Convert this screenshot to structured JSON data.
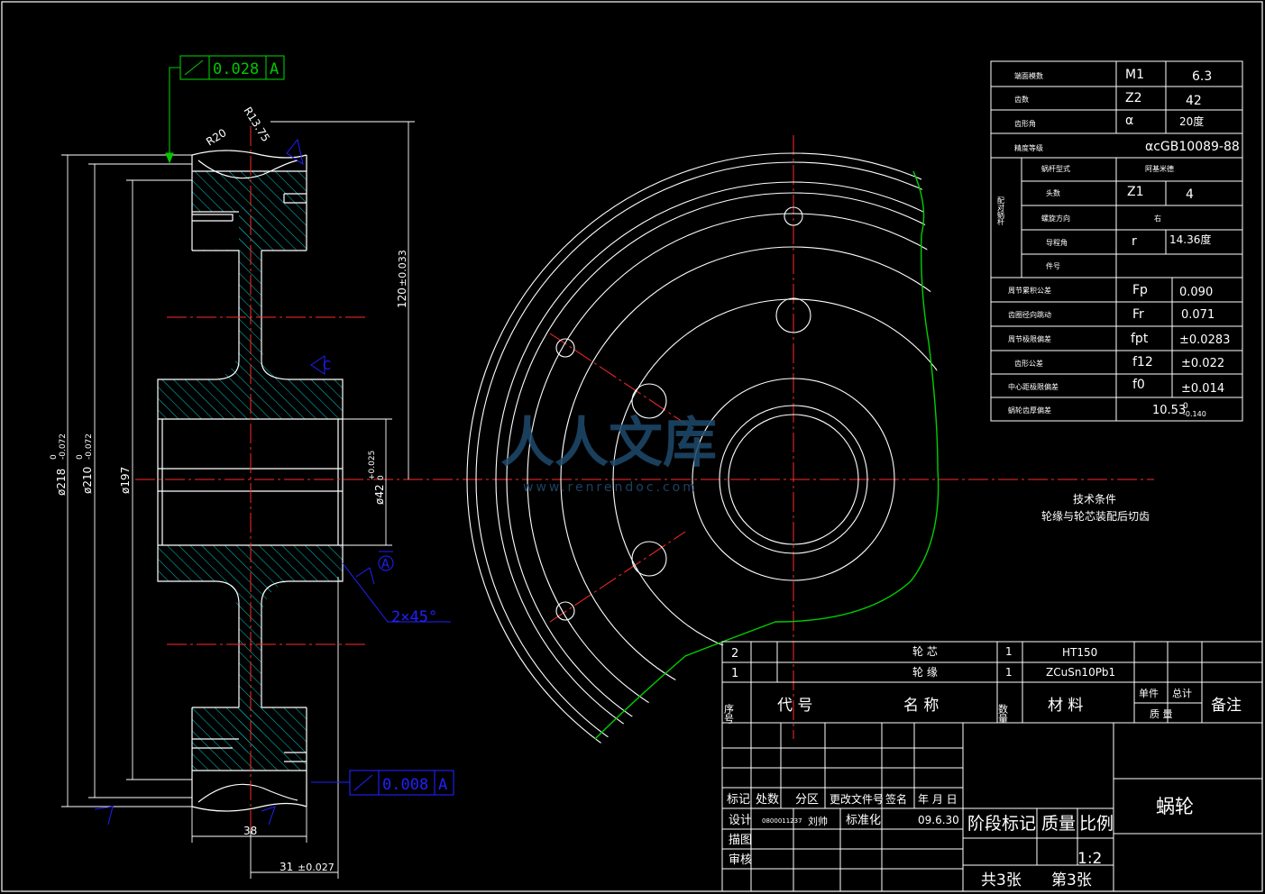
{
  "colors": {
    "background": "#000000",
    "outline": "#ffffff",
    "centerline": "#ff2a2a",
    "hatch": "#00c8c8",
    "tolerance": "#00c800",
    "annotation": "#2020ff",
    "feature_curve": "#00d000"
  },
  "section_view": {
    "runout_top": {
      "value": "0.028",
      "datum": "A"
    },
    "runout_bottom": {
      "value": "0.008",
      "datum": "A"
    },
    "radius_1": "R20",
    "radius_2": "R13.75",
    "dim_120": "120",
    "dim_120_tol": "±0.033",
    "dia_218": "ø218",
    "dia_218_tol_upper": "0",
    "dia_218_tol_lower": "-0.072",
    "dia_210": "ø210",
    "dia_210_tol_upper": "0",
    "dia_210_tol_lower": "-0.072",
    "dia_197": "ø197",
    "dia_42": "ø42",
    "dia_42_tol_upper": "+0.025",
    "dia_42_tol_lower": "0",
    "chamfer": "2×45°",
    "datum_a": "A",
    "datum_c": "C",
    "dim_38": "38",
    "dim_31": "31",
    "dim_31_tol": "±0.027"
  },
  "params_table": {
    "rows": [
      {
        "label": "端面模数",
        "symbol": "M1",
        "value": "6.3"
      },
      {
        "label": "齿数",
        "symbol": "Z2",
        "value": "42"
      },
      {
        "label": "齿形角",
        "symbol": "α",
        "value": "20度"
      },
      {
        "label": "精度等级",
        "symbol": "",
        "value": "αcGB10089-88"
      }
    ],
    "group_label": "配对蜗杆",
    "group_rows": [
      {
        "label": "蜗杆型式",
        "symbol": "",
        "value": "阿基米德"
      },
      {
        "label": "头数",
        "symbol": "Z1",
        "value": "4"
      },
      {
        "label": "螺旋方向",
        "symbol": "",
        "value": "右"
      },
      {
        "label": "导程角",
        "symbol": "r",
        "value": "14.36度"
      },
      {
        "label": "件号",
        "symbol": "",
        "value": ""
      }
    ],
    "tol_rows": [
      {
        "label": "周节累积公差",
        "symbol": "Fp",
        "value": "0.090"
      },
      {
        "label": "齿圈径向跳动",
        "symbol": "Fr",
        "value": "0.071"
      },
      {
        "label": "周节极限偏差",
        "symbol": "fpt",
        "value": "±0.0283"
      },
      {
        "label": "齿形公差",
        "symbol": "f12",
        "value": "±0.022"
      },
      {
        "label": "中心距极限偏差",
        "symbol": "f0",
        "value": "±0.014"
      }
    ],
    "last_row": {
      "label": "蜗轮齿厚偏差",
      "value": "10.53",
      "tol_upper": "0",
      "tol_lower": "-0.140"
    }
  },
  "tech_requirements": {
    "title": "技术条件",
    "line1": "轮缘与轮芯装配后切齿"
  },
  "watermark": {
    "name": "人人文库",
    "url": "www.renrendoc.com"
  },
  "bom": {
    "rows": [
      {
        "no": "2",
        "name": "轮 芯",
        "qty": "1",
        "material": "HT150"
      },
      {
        "no": "1",
        "name": "轮 缘",
        "qty": "1",
        "material": "ZCuSn10Pb1"
      }
    ],
    "header": {
      "no": "序号",
      "code": "代 号",
      "name": "名 称",
      "qty": "数量",
      "material": "材 料",
      "unit": "单件",
      "total": "总计",
      "mass": "质 量",
      "remark": "备注"
    }
  },
  "title_block": {
    "mark": "标记",
    "count": "处数",
    "zone": "分区",
    "doc": "更改文件号",
    "sign": "签名",
    "date_label": "年 月 日",
    "design": "设计",
    "designer_id": "0800011237",
    "designer": "刘帅",
    "std": "标准化",
    "date": "09.6.30",
    "draw": "描图",
    "check": "审核",
    "stage": "阶段标记",
    "mass": "质量",
    "scale_label": "比例",
    "scale": "1:2",
    "sheets_total": "共3张",
    "sheet_no": "第3张",
    "part_name": "蜗轮"
  }
}
